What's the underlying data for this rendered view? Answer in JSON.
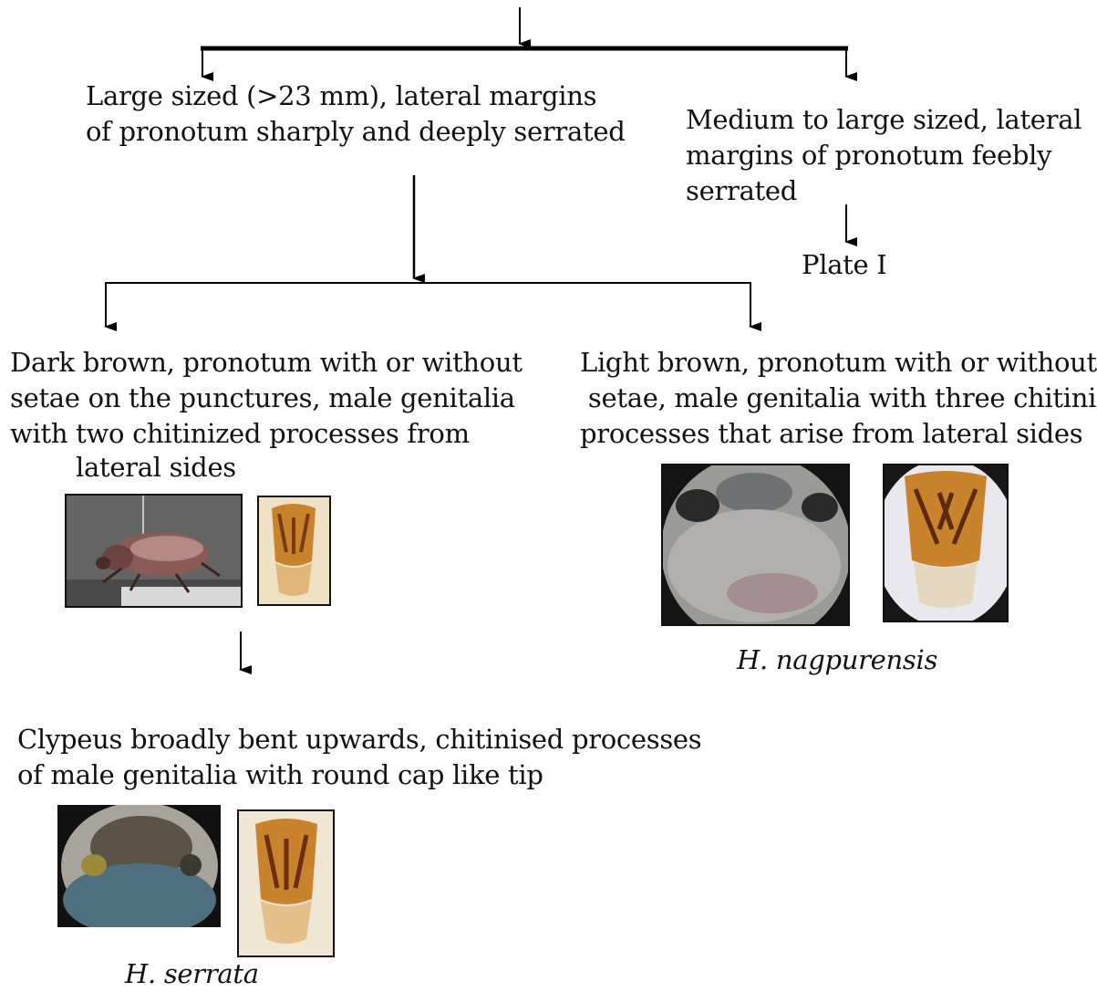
{
  "nodes": {
    "large_sized": [
      "Large sized (>23 mm), lateral margins",
      "of pronotum sharply and deeply serrated"
    ],
    "medium_large": [
      "Medium to large sized, lateral",
      "margins of pronotum feebly",
      "serrated"
    ],
    "plate": "Plate I",
    "dark_brown": [
      "Dark brown, pronotum with or without",
      "setae on the punctures, male genitalia",
      "with two chitinized processes from",
      "lateral sides"
    ],
    "light_brown": [
      "Light brown, pronotum with or without",
      " setae, male genitalia with three chitinised",
      "processes that arise from lateral sides"
    ],
    "clypeus": [
      "Clypeus broadly bent upwards, chitinised processes",
      "of male genitalia with round cap like tip"
    ]
  },
  "species": {
    "nagpurensis": "H. nagpurensis",
    "serrata": "H. serrata"
  },
  "colors": {
    "line": "#000000",
    "beetle_brown": "#8a5a55",
    "genitalia_amber": "#c8832c",
    "pronotum_grey": "#9a9a98",
    "pronotum_blue": "#4d6f80"
  }
}
